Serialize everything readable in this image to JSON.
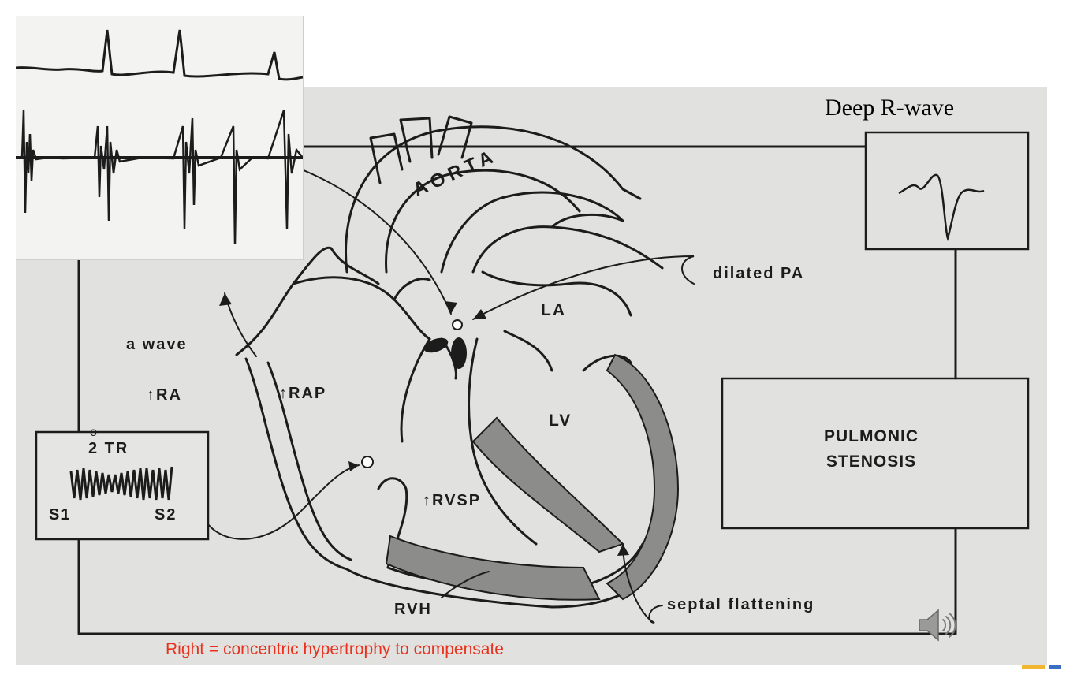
{
  "labels": {
    "deep_r_wave": "Deep R-wave",
    "aorta": "AORTA",
    "dilated_pa": "dilated PA",
    "la": "LA",
    "lv": "LV",
    "a_wave": "a wave",
    "ra": "↑RA",
    "rap": "↑RAP",
    "rvsp": "↑RVSP",
    "rvh": "RVH",
    "septal_flattening": "septal flattening",
    "tr": "2 TR",
    "s1": "S1",
    "s2": "S2",
    "pulmonic_line1": "PULMONIC",
    "pulmonic_line2": "STENOSIS",
    "degree": "o"
  },
  "caption": "Right = concentric hypertrophy to compensate",
  "colors": {
    "panel_bg": "#e1e1df",
    "ink": "#1c1c1c",
    "caption": "#e8321e",
    "corner_accent": "#f2b531"
  },
  "icons": {
    "speaker": "speaker-icon"
  }
}
